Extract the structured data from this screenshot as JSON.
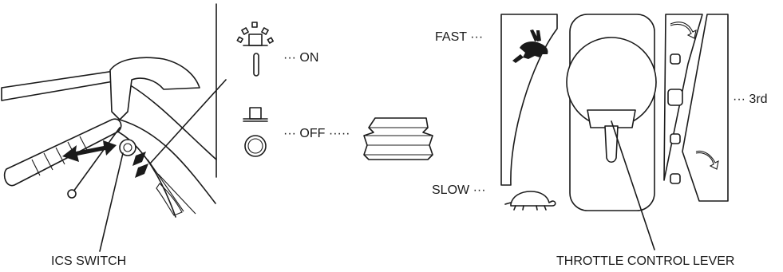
{
  "labels": {
    "ics_switch": "ICS SWITCH",
    "on": "··· ON",
    "off": "··· OFF ·····",
    "fast": "FAST ···",
    "slow": "SLOW ···",
    "third": "··· 3rd",
    "throttle_lever": "THROTTLE CONTROL LEVER"
  },
  "icons": {
    "switch_on": "lamp-on-icon",
    "switch_off": "lamp-off-icon",
    "fast": "rabbit-icon",
    "slow": "turtle-icon"
  }
}
